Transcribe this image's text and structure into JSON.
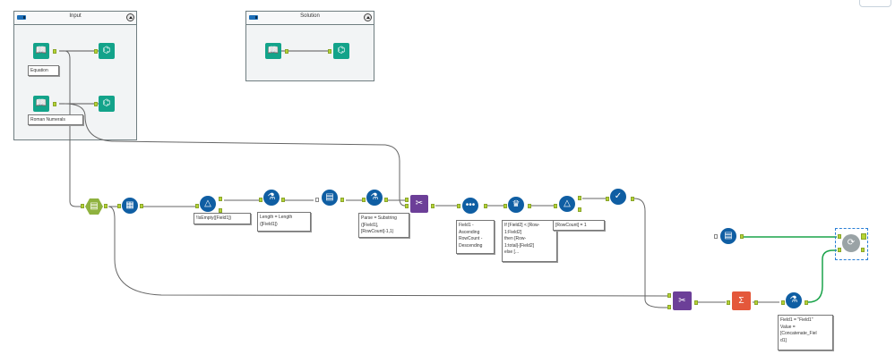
{
  "containers": [
    {
      "id": "input",
      "title": "Input"
    },
    {
      "id": "solution",
      "title": "Solution"
    }
  ],
  "tools": {
    "equation_input": {
      "label": "Equation",
      "icon": "input-data-icon"
    },
    "equation_browse": {
      "icon": "browse-icon"
    },
    "roman_input": {
      "label": "Roman Numerals",
      "icon": "input-data-icon"
    },
    "roman_browse": {
      "icon": "browse-icon"
    },
    "solution_input": {
      "icon": "input-data-icon"
    },
    "solution_browse": {
      "icon": "browse-icon"
    },
    "text_to_columns": {
      "icon": "text-to-columns-icon"
    },
    "record_id": {
      "icon": "record-id-icon"
    },
    "filter1": {
      "icon": "filter-icon",
      "annotation": "!IsEmpty([Field1])"
    },
    "formula_length": {
      "icon": "formula-icon",
      "annotation": "Length = Length\n([Field1])"
    },
    "generate_rows": {
      "icon": "generate-rows-icon"
    },
    "formula_parse": {
      "icon": "formula-icon",
      "annotation": "Parse = Substring\n([Field1],\n[RowCount]-1,1)"
    },
    "find_replace": {
      "icon": "find-replace-icon"
    },
    "sort": {
      "icon": "sort-icon",
      "annotation": "Field1 -\nAscending\nRowCount -\nDescending"
    },
    "multirow_formula": {
      "icon": "multi-row-formula-icon",
      "annotation": "If [Field2] < [Row-\n1:Field2]\nthen [Row-\n1:total]-[Field2]\nelse [..."
    },
    "filter2": {
      "icon": "filter-icon",
      "annotation": "[RowCount] = 1"
    },
    "select_records": {
      "icon": "select-records-icon"
    },
    "find_replace2": {
      "icon": "find-replace-icon"
    },
    "summarize": {
      "icon": "summarize-icon"
    },
    "formula_final": {
      "icon": "formula-icon",
      "annotation": "Field1 = \"Field1\"\nValue =\n[Concatenate_Fiel\nd1]"
    },
    "text_input": {
      "icon": "text-input-icon"
    },
    "test_tool": {
      "icon": "test-icon"
    }
  },
  "colors": {
    "tool_blue": "#0f5ea3",
    "tool_teal": "#13a38a",
    "tool_purple": "#6c3f98",
    "tool_orange": "#e4583b",
    "tool_green": "#8fb23f",
    "wire_gray": "#666666",
    "wire_green": "#1aa34a",
    "selection": "#2a7fd6"
  }
}
